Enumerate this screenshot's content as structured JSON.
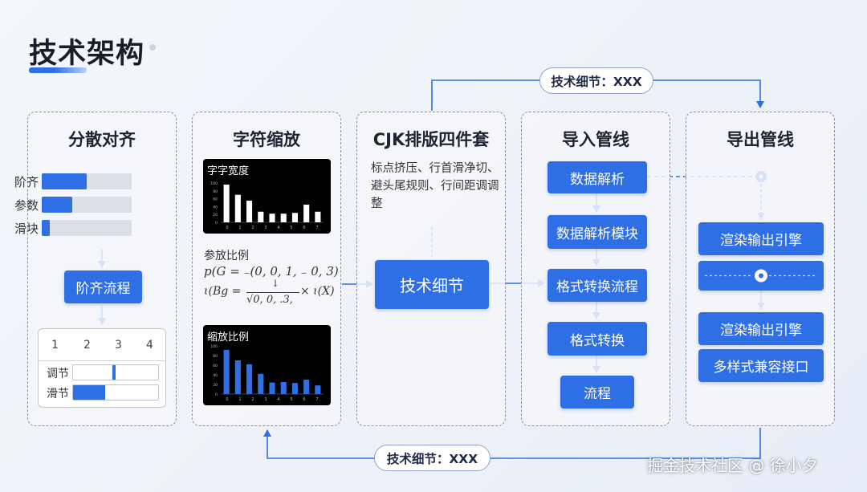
{
  "title": "技术架构",
  "columns": {
    "c1": {
      "title": "分散对齐",
      "sliders": [
        {
          "label": "阶齐",
          "value": 0.5
        },
        {
          "label": "参数",
          "value": 0.34
        },
        {
          "label": "滑块",
          "value": 0.09
        }
      ],
      "flow_box": "阶齐流程",
      "steps": [
        "1",
        "2",
        "3",
        "4"
      ],
      "panel_rows": [
        {
          "label": "调节",
          "value": 0.46
        },
        {
          "label": "滑节",
          "value": 0.38
        }
      ]
    },
    "c2": {
      "title": "字符缩放",
      "chart1": {
        "title": "字字宽度",
        "values": [
          96,
          70,
          55,
          27,
          22,
          22,
          24,
          45,
          27
        ],
        "color": "#ffffff"
      },
      "scale_label": "参放比例",
      "formula1": "p(G = ₋(0, 0, 1, ₋ 0, 3)",
      "formula2_left": "ɩ(B𝑔 =",
      "formula2_num": "↓",
      "formula2_den": "√0, 0, .3,",
      "formula2_right": "× ɩ(X)",
      "chart2": {
        "title": "缩放比例",
        "values": [
          92,
          70,
          62,
          42,
          24,
          25,
          23,
          30,
          18
        ],
        "color": "#2f6fe6"
      },
      "chart_ticks_y": [
        "100",
        "80",
        "60",
        "40",
        "20",
        "0"
      ],
      "chart_ticks_x": [
        "0",
        "1",
        "2",
        "3",
        "4",
        "5",
        "6",
        "7"
      ]
    },
    "c3": {
      "title": "CJK排版四件套",
      "desc": "标点挤压、行首滑净切、避头尾规则、行间距调调整",
      "box": "技术细节"
    },
    "c4": {
      "title": "导入管线",
      "boxes": [
        "数据解析",
        "数据解析模块",
        "格式转换流程",
        "格式转换",
        "流程"
      ]
    },
    "c5": {
      "title": "导出管线",
      "boxes": [
        "渲染输出引擎",
        "渲染输出引擎",
        "多样式兼容接口"
      ]
    }
  },
  "tags": {
    "top": "技术细节：XXX",
    "bottom": "技术细节：XXX"
  },
  "watermark": "掘金技术社区 @ 徐小夕",
  "colors": {
    "accent": "#2f6fe6",
    "arrow": "#2f6fe6",
    "border": "#8a909b"
  }
}
